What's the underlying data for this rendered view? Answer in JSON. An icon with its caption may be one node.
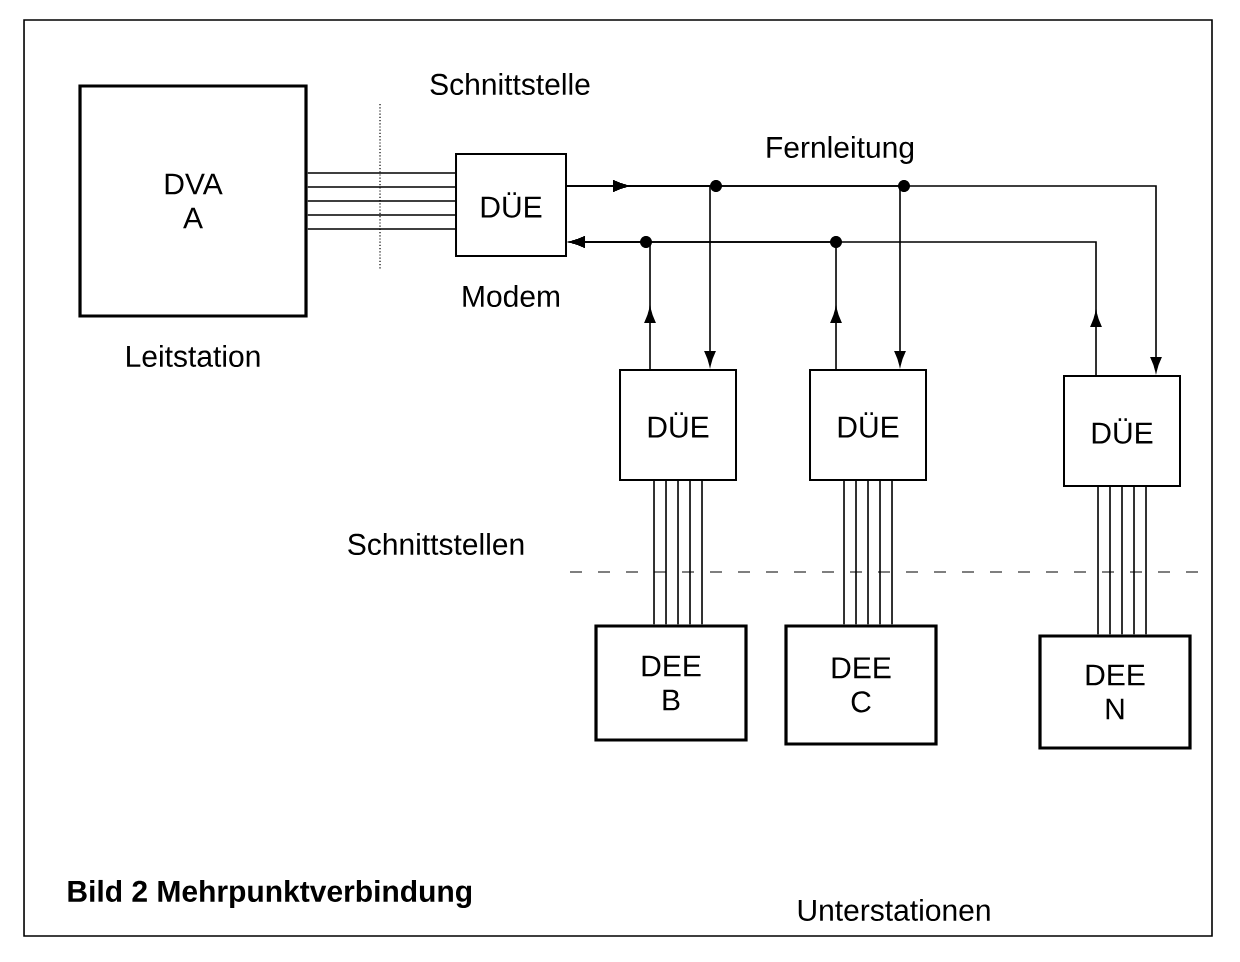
{
  "diagram": {
    "title": "Bild 2 Mehrpunktverbindung",
    "nodes": [
      {
        "text": [
          "DVA A"
        ],
        "beside": [
          "Leitstation"
        ]
      },
      {
        "text": [
          "DÜE"
        ],
        "beside": [
          "Modem"
        ]
      },
      {
        "text": [
          "DÜE"
        ]
      },
      {
        "text": [
          "DÜE"
        ]
      },
      {
        "text": [
          "DÜE"
        ]
      },
      {
        "text": [
          "DEE B"
        ]
      },
      {
        "text": [
          "DEE C"
        ]
      },
      {
        "text": [
          "DEE N"
        ]
      }
    ],
    "edges": [
      {
        "from": 0,
        "to": 1,
        "arrow": "none"
      },
      {
        "from": 1,
        "to": 2,
        "arrow": "to"
      },
      {
        "from": 1,
        "to": 3,
        "arrow": "to"
      },
      {
        "from": 1,
        "to": 4,
        "arrow": "to"
      },
      {
        "from": 2,
        "to": 1,
        "arrow": "to"
      },
      {
        "from": 3,
        "to": 1,
        "arrow": "to"
      },
      {
        "from": 4,
        "to": 1,
        "arrow": "to"
      },
      {
        "from": 2,
        "to": 5,
        "arrow": "none"
      },
      {
        "from": 3,
        "to": 6,
        "arrow": "none"
      },
      {
        "from": 4,
        "to": 7,
        "arrow": "none"
      }
    ],
    "labels": [
      "Schnittstelle",
      "Fernleitung",
      "Schnittstellen",
      "Unterstationen"
    ]
  }
}
